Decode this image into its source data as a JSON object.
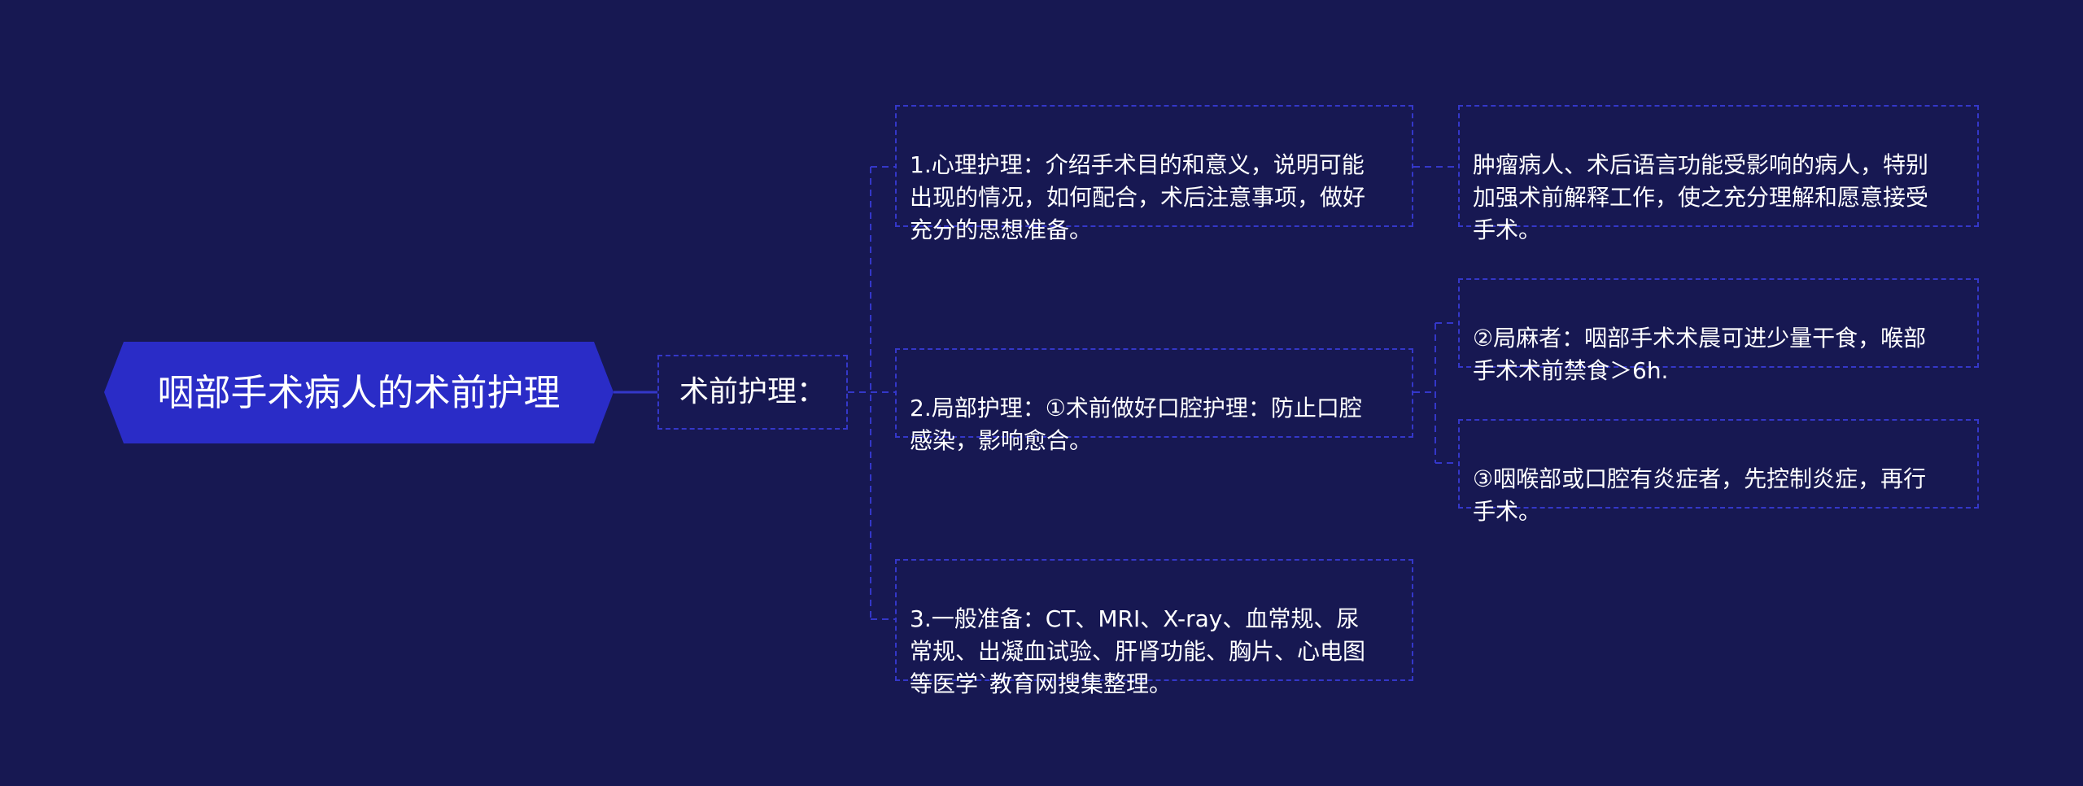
{
  "colors": {
    "background": "#171852",
    "root_fill": "#2a2cc7",
    "border": "#3437c9",
    "text": "#ffffff"
  },
  "root": {
    "title": "咽部手术病人的术前护理"
  },
  "level1": {
    "label": "术前护理："
  },
  "items": [
    {
      "text": "1.心理护理：介绍手术目的和意义，说明可能\n出现的情况，如何配合，术后注意事项，做好\n充分的思想准备。",
      "children": [
        {
          "text": "肿瘤病人、术后语言功能受影响的病人，特别\n加强术前解释工作，使之充分理解和愿意接受\n手术。"
        }
      ]
    },
    {
      "text": "2.局部护理：①术前做好口腔护理：防止口腔\n感染，影响愈合。",
      "children": [
        {
          "text": "②局麻者：咽部手术术晨可进少量干食，喉部\n手术术前禁食＞6h."
        },
        {
          "text": "③咽喉部或口腔有炎症者，先控制炎症，再行\n手术。"
        }
      ]
    },
    {
      "text": "3.一般准备：CT、MRI、X-ray、血常规、尿\n常规、出凝血试验、肝肾功能、胸片、心电图\n等医学`教育网搜集整理。",
      "children": []
    }
  ]
}
